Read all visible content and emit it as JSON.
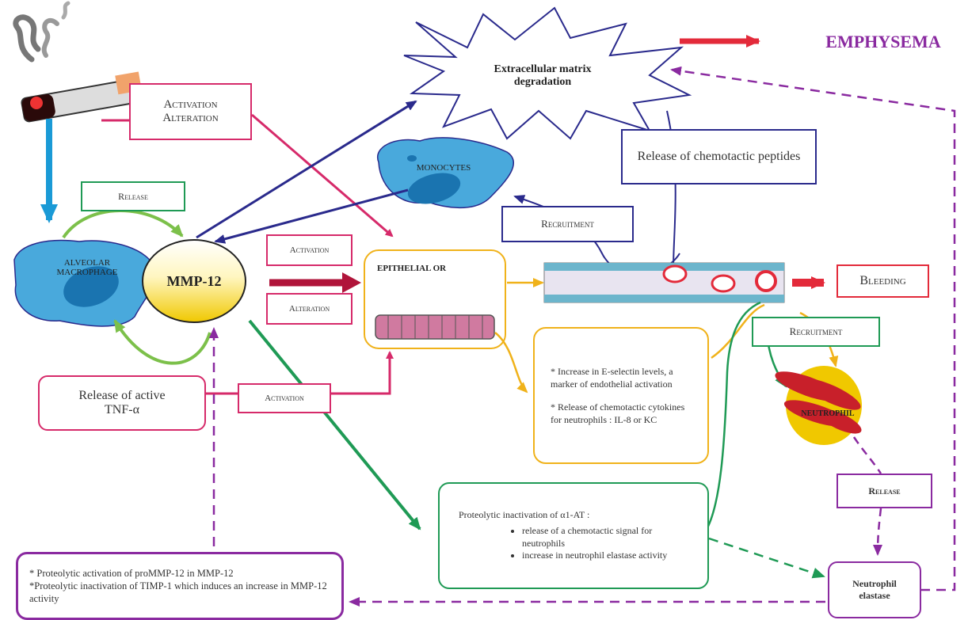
{
  "colors": {
    "pink": "#d62a6a",
    "navy": "#2a2a8c",
    "green": "#1f9a55",
    "light_green": "#7cc04a",
    "purple": "#8a2aa0",
    "gold": "#f0b21a",
    "red": "#e32a3a",
    "light_blue": "#1a9ad6",
    "cell_blue": "#49a9dc",
    "neutrophil_red": "#c8202a"
  },
  "icons": [
    "cigarette-icon",
    "alveolar-macrophage-icon",
    "monocyte-icon",
    "epithelial-cells-icon",
    "blood-vessel-icon",
    "neutrophil-icon",
    "starburst-icon"
  ],
  "labels": {
    "emphysema": "EMPHYSEMA",
    "ecm": "Extracellular matrix degradation",
    "activation_alteration_1": "Activation",
    "activation_alteration_2": "Alteration",
    "release_top": "Release",
    "monocyte": "MONOCYTES",
    "chemotactic_peptides": "Release of chemotactic peptides",
    "recruitment_top": "Recruitment",
    "alveolar_macrophage": "ALVEOLAR MACROPHAGE",
    "mmp12": "MMP-12",
    "activation_mid": "Activation",
    "alteration_mid": "Alteration",
    "epithelial": "EPITHELIAL OR",
    "bleeding": "Bleeding",
    "recruitment_right": "Recruitment",
    "eselectin_1": "* Increase in E-selectin levels, a marker of endothelial activation",
    "eselectin_2": "* Release of chemotactic cytokines for neutrophils : IL-8 or KC",
    "tnf": "Release of active TNF-α",
    "activation_low": "Activation",
    "neutrophil": "NEUTROPHIL",
    "release_right": "Release",
    "a1at_title": "Proteolytic inactivation of α1-AT :",
    "a1at_items": [
      "release of a chemotactic signal for neutrophils",
      "increase in neutrophil elastase activity"
    ],
    "neutrophil_elastase": "Neutrophil elastase",
    "promm_1": "* Proteolytic activation of proMMP-12 in MMP-12",
    "promm_2": "*Proteolytic inactivation of TIMP-1 which induces an increase in MMP-12 activity"
  }
}
